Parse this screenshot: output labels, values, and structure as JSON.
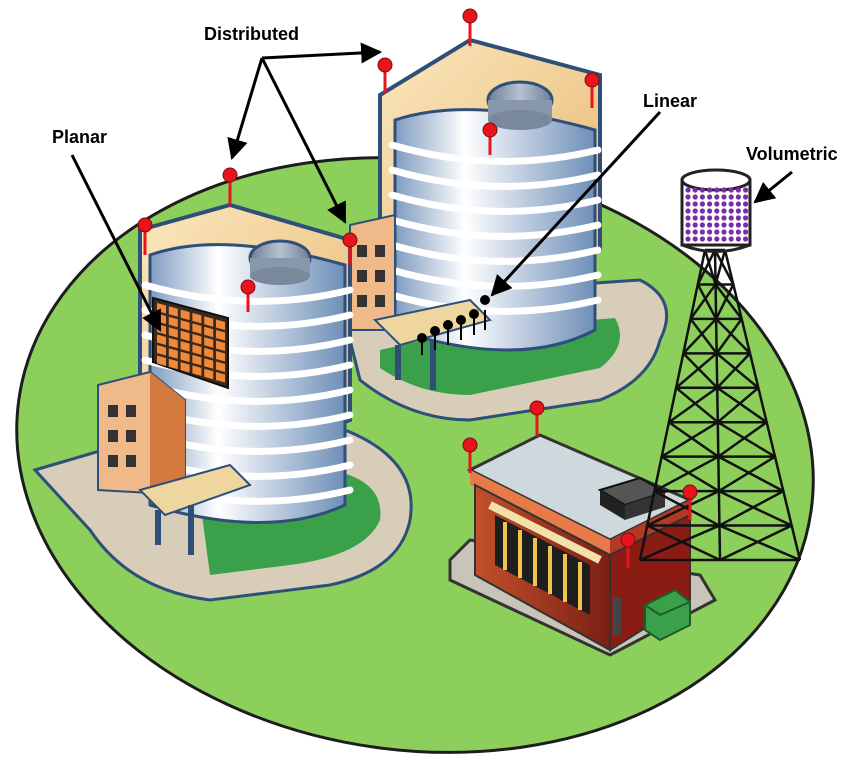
{
  "labels": {
    "distributed": "Distributed",
    "planar": "Planar",
    "linear": "Linear",
    "volumetric": "Volumetric"
  },
  "colors": {
    "ground": "#8dcf5b",
    "ground_outline": "#1d1d1d",
    "antenna_red": "#e8141b",
    "planar_array": "#f08a3a",
    "volumetric_dots": "#7a2ea6",
    "building_roof": "#f6d79b",
    "building_glass": "#c9d9ea",
    "building_outline": "#2d4f78"
  },
  "icons": [
    "antenna-icon",
    "planar-array-icon",
    "linear-array-icon",
    "volumetric-array-icon",
    "lattice-tower-icon",
    "router-icon",
    "dumpster-icon"
  ]
}
